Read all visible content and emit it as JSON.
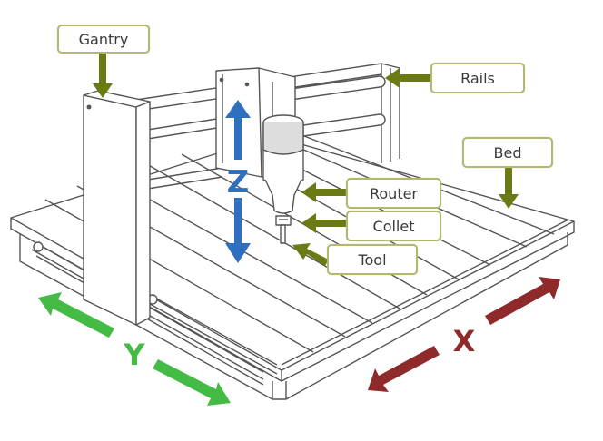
{
  "diagram": {
    "subject": "CNC router machine",
    "labels": {
      "gantry": "Gantry",
      "rails": "Rails",
      "bed": "Bed",
      "router": "Router",
      "collet": "Collet",
      "tool": "Tool"
    },
    "axes": {
      "x": {
        "letter": "X",
        "color": "#8e2a2a"
      },
      "y": {
        "letter": "Y",
        "color": "#44bb44"
      },
      "z": {
        "letter": "Z",
        "color": "#2e6fc0"
      }
    },
    "colors": {
      "callout_arrow": "#6b7a12",
      "callout_border": "#b3b772",
      "line_art": "#555555"
    }
  }
}
